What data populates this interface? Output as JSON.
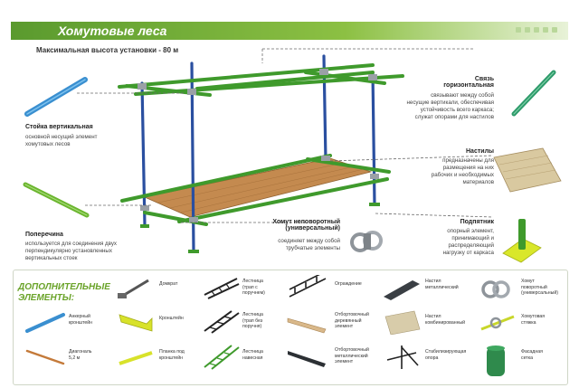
{
  "header": {
    "title": "Хомутовые леса",
    "subtitle": "Максимальная высота установки - 80 м"
  },
  "components": {
    "vertical_stand": {
      "title": "Стойка вертикальная",
      "text": [
        "основной несущий элемент",
        "хомутовых лесов"
      ]
    },
    "crossbar": {
      "title": "Поперечина",
      "text": [
        "используется для соединения двух",
        "перпендикулярно установленных",
        "вертикальных стоек"
      ]
    },
    "horizontal_link": {
      "title": "Связь",
      "title2": "горизонтальная",
      "text": [
        "связывают между собой",
        "несущие вертикали, обеспечивая",
        "устойчивость всего каркаса;",
        "служат опорами для настилов"
      ]
    },
    "decking": {
      "title": "Настилы",
      "text": [
        "предназначены для",
        "размещения на них",
        "рабочих и необходимых",
        "материалов"
      ]
    },
    "fixed_clamp": {
      "title": "Хомут неповоротный",
      "title2": "(универсальный)",
      "text": [
        "соединяет между собой",
        "трубчатые элементы"
      ]
    },
    "base_jack": {
      "title": "Подпятник",
      "text": [
        "опорный элемент,",
        "принимающий и",
        "распределяющий",
        "нагрузку от каркаса"
      ]
    }
  },
  "extras": {
    "heading_line1": "ДОПОЛНИТЕЛЬНЫЕ",
    "heading_line2": "ЭЛЕМЕНТЫ:",
    "items": [
      {
        "label": [
          "Домкрат"
        ]
      },
      {
        "label": [
          "Лестница",
          "(трап с",
          "поручнем)"
        ]
      },
      {
        "label": [
          "Ограждение"
        ]
      },
      {
        "label": [
          "Настил",
          "металлический"
        ]
      },
      {
        "label": [
          "Хомут",
          "поворотный",
          "(универсальный)"
        ]
      },
      {
        "label": [
          "Анкерный",
          "кронштейн"
        ]
      },
      {
        "label": [
          "Кронштейн"
        ]
      },
      {
        "label": [
          "Лестница",
          "(трап без",
          "поручня)"
        ]
      },
      {
        "label": [
          "Отбортовочный",
          "деревянный",
          "элемент"
        ]
      },
      {
        "label": [
          "Настил",
          "комбинированный"
        ]
      },
      {
        "label": [
          "Хомутовая",
          "стяжка"
        ]
      },
      {
        "label": [
          "Диагональ",
          "5,2 м"
        ]
      },
      {
        "label": [
          "Планка под",
          "кронштейн"
        ]
      },
      {
        "label": [
          "Лестница",
          "навесная"
        ]
      },
      {
        "label": [
          "Отбортовочный",
          "металлический",
          "элемент"
        ]
      },
      {
        "label": [
          "Стабилизирующая",
          "опора"
        ]
      },
      {
        "label": [
          "Фасадная",
          "сетка"
        ]
      }
    ]
  },
  "colors": {
    "green": "#3f9a2c",
    "blue": "#2a4fa0",
    "wood": "#c48a4f",
    "header": "#6aa329"
  }
}
